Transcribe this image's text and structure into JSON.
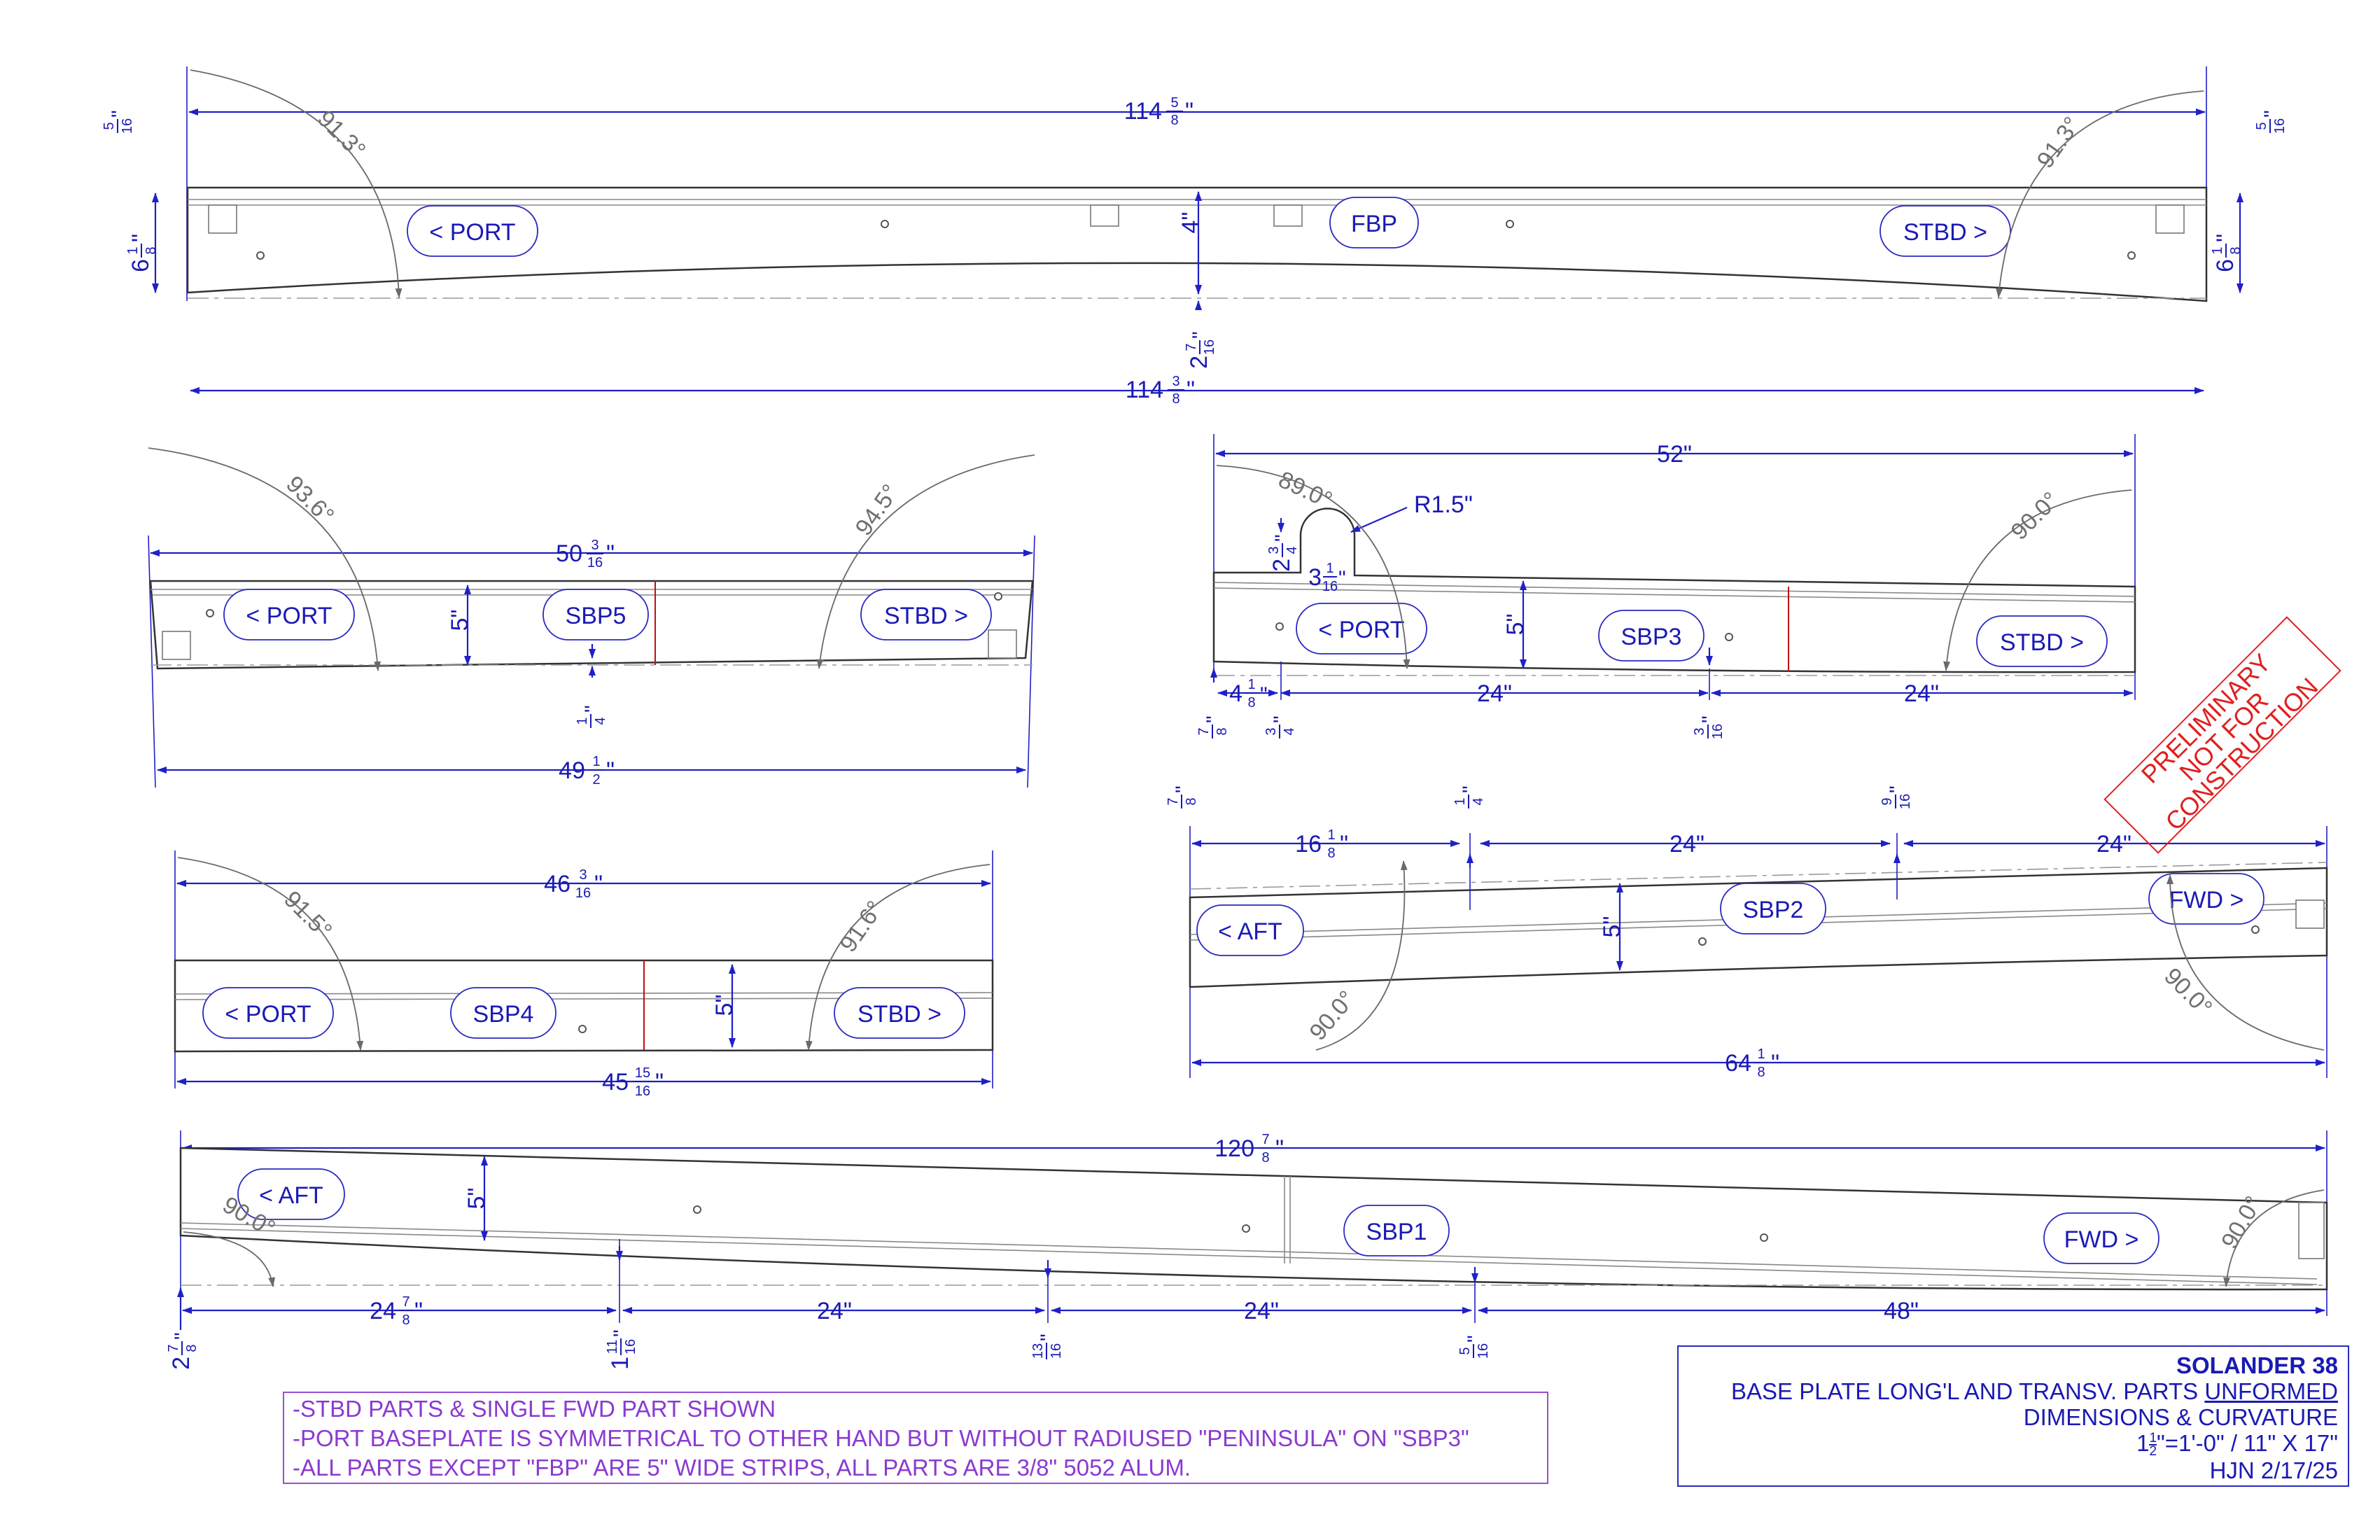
{
  "drawing": {
    "parts": {
      "fbp": {
        "name": "FBP",
        "port": "< PORT",
        "stbd": "STBD >",
        "top_len": "114",
        "top_frac": [
          "5",
          "8"
        ],
        "bot_len": "114",
        "bot_frac": [
          "3",
          "8"
        ],
        "ang_l": "91.3°",
        "ang_r": "91.3°",
        "end_l": "6",
        "end_l_frac": [
          "1",
          "8"
        ],
        "end_r": "6",
        "end_r_frac": [
          "1",
          "8"
        ],
        "mid": "4\"",
        "off_top": [
          "5",
          "16"
        ],
        "off_bot_w": "2",
        "off_bot_frac": [
          "7",
          "16"
        ]
      },
      "sbp5": {
        "name": "SBP5",
        "port": "< PORT",
        "stbd": "STBD >",
        "top_len": "50",
        "top_frac": [
          "3",
          "16"
        ],
        "bot_len": "49",
        "bot_frac": [
          "1",
          "2"
        ],
        "ang_l": "93.6°",
        "ang_r": "94.5°",
        "width": "5\"",
        "off": [
          "1",
          "4"
        ]
      },
      "sbp3": {
        "name": "SBP3",
        "port": "< PORT",
        "stbd": "STBD >",
        "top_len": "52\"",
        "ang_l": "89.0°",
        "ang_r": "90.0°",
        "radius": "R1.5\"",
        "pen_h": "2",
        "pen_h_frac": [
          "3",
          "4"
        ],
        "pen_w": "3",
        "pen_w_frac": [
          "1",
          "16"
        ],
        "width": "5\"",
        "seg1": "4",
        "seg1_frac": [
          "1",
          "8"
        ],
        "seg2": "24\"",
        "seg3": "24\"",
        "off1": [
          "7",
          "8"
        ],
        "off2": [
          "3",
          "4"
        ],
        "off3": [
          "3",
          "16"
        ]
      },
      "sbp4": {
        "name": "SBP4",
        "port": "< PORT",
        "stbd": "STBD >",
        "top_len": "46",
        "top_frac": [
          "3",
          "16"
        ],
        "bot_len": "45",
        "bot_frac": [
          "15",
          "16"
        ],
        "ang_l": "91.5°",
        "ang_r": "91.6°",
        "width": "5\""
      },
      "sbp2": {
        "name": "SBP2",
        "aft": "< AFT",
        "fwd": "FWD >",
        "seg1": "16",
        "seg1_frac": [
          "1",
          "8"
        ],
        "seg2": "24\"",
        "seg3": "24\"",
        "bot_len": "64",
        "bot_frac": [
          "1",
          "8"
        ],
        "ang_l": "90.0°",
        "ang_r": "90.0°",
        "width": "5\"",
        "off1": [
          "7",
          "8"
        ],
        "off2": [
          "1",
          "4"
        ],
        "off3": [
          "9",
          "16"
        ]
      },
      "sbp1": {
        "name": "SBP1",
        "aft": "< AFT",
        "fwd": "FWD >",
        "top_len": "120",
        "top_frac": [
          "7",
          "8"
        ],
        "ang_l": "90.0°",
        "ang_r": "90.0°",
        "width": "5\"",
        "seg1": "24",
        "seg1_frac": [
          "7",
          "8"
        ],
        "seg2": "24\"",
        "seg3": "24\"",
        "seg4": "48\"",
        "off1w": "2",
        "off1": [
          "7",
          "8"
        ],
        "off2w": "1",
        "off2": [
          "11",
          "16"
        ],
        "off3": [
          "13",
          "16"
        ],
        "off4": [
          "5",
          "16"
        ]
      }
    },
    "notes": [
      "-STBD PARTS & SINGLE FWD PART SHOWN",
      "-PORT BASEPLATE IS SYMMETRICAL TO OTHER HAND BUT WITHOUT RADIUSED \"PENINSULA\" ON \"SBP3\"",
      "-ALL PARTS EXCEPT \"FBP\" ARE 5\" WIDE STRIPS, ALL PARTS ARE 3/8\" 5052 ALUM."
    ],
    "title_block": {
      "project": "SOLANDER 38",
      "line2_pre": "BASE PLATE LONG'L AND TRANSV. PARTS ",
      "line2_u": "UNFORMED",
      "line3": "DIMENSIONS & CURVATURE",
      "scale_w": "1",
      "scale_frac": [
        "1",
        "2"
      ],
      "scale_rest": "\"=1'-0\" / 11\" X 17\"",
      "author_date": "HJN 2/17/25"
    },
    "stamp": [
      "PRELIMINARY",
      "NOT FOR",
      "CONSTRUCTION"
    ],
    "colors": {
      "dimension": "#1a1ab4",
      "notes": "#8a3ad0",
      "stamp": "#e02020",
      "angle": "#707070"
    }
  }
}
